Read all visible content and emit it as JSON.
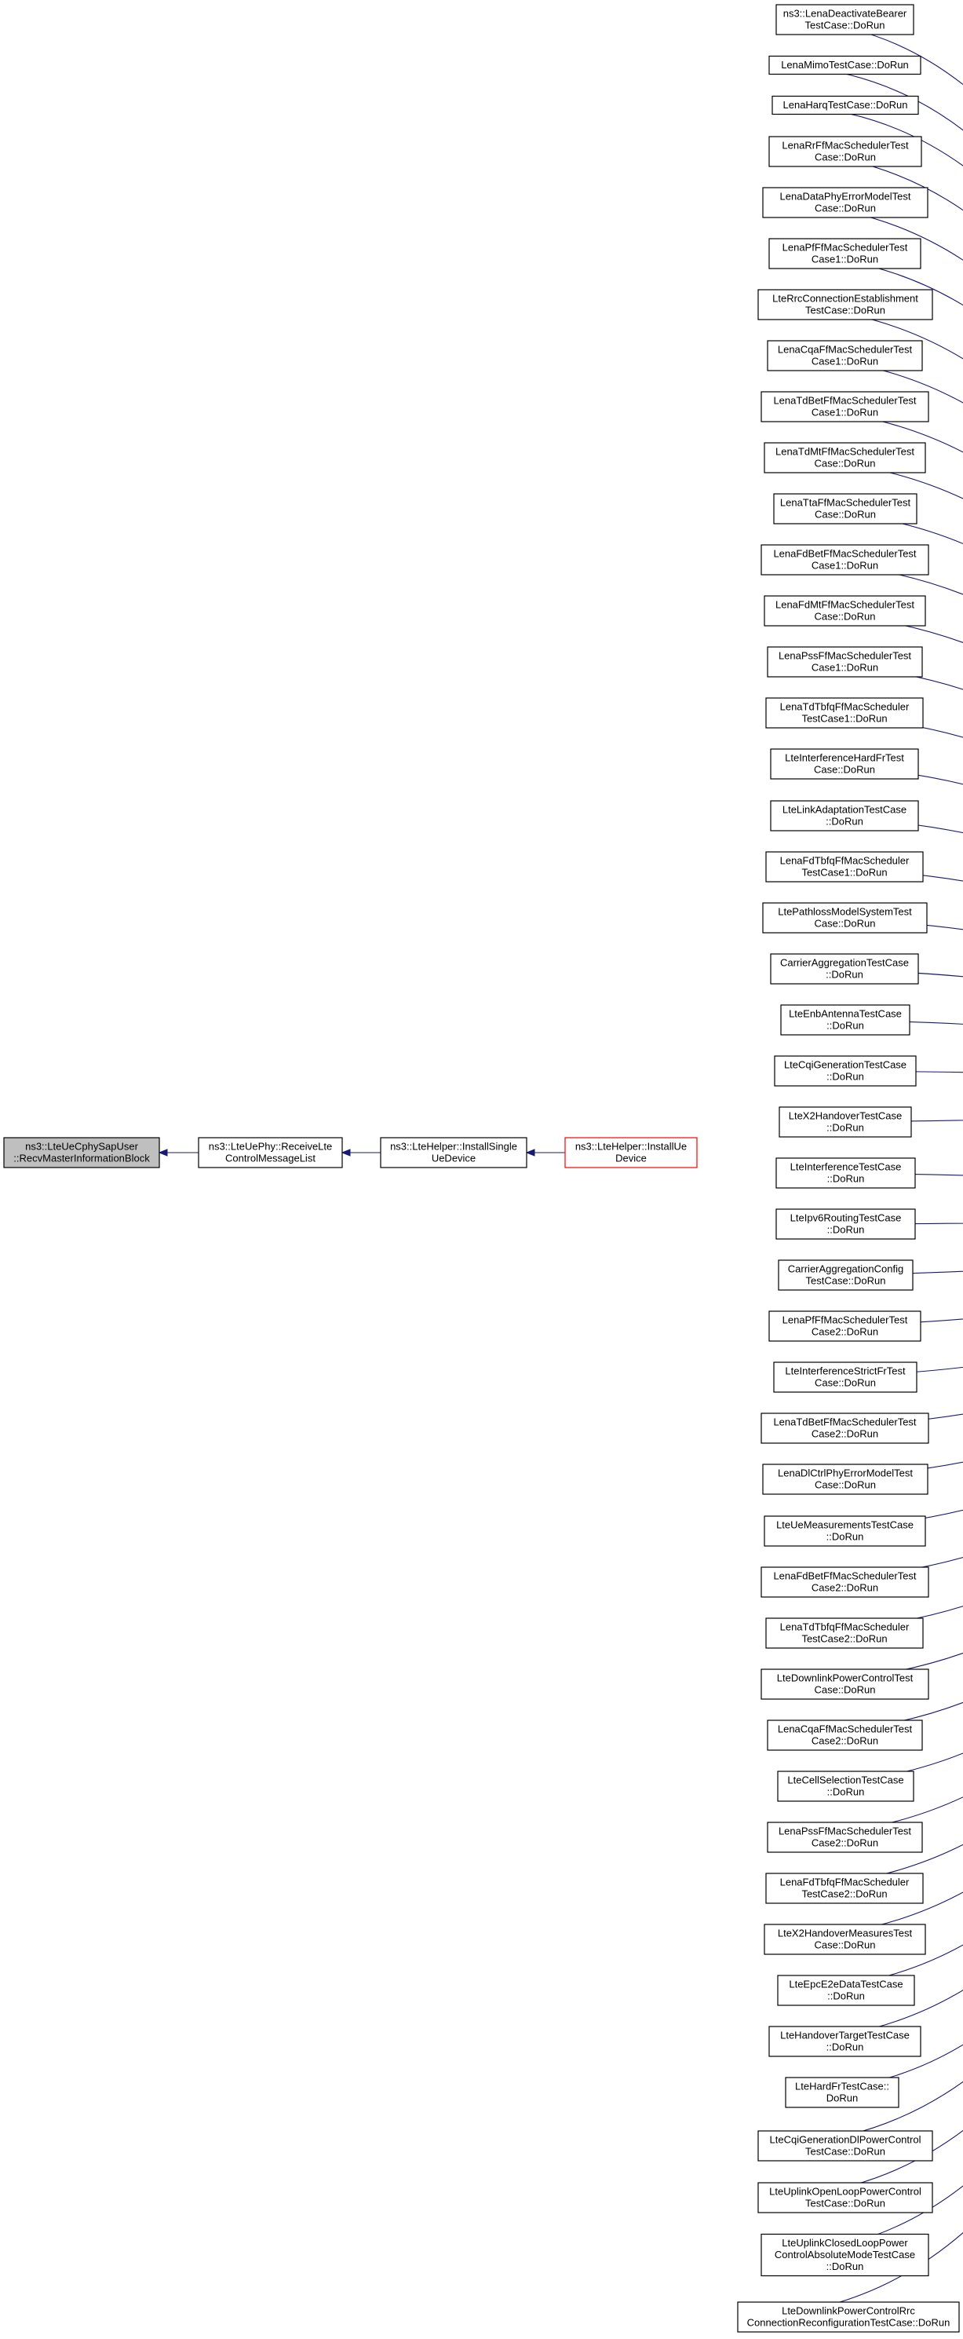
{
  "diagram": {
    "root": {
      "lines": [
        "ns3::LteUeCphySapUser",
        "::RecvMasterInformationBlock"
      ]
    },
    "chain": [
      {
        "lines": [
          "ns3::LteUePhy::ReceiveLte",
          "ControlMessageList"
        ]
      },
      {
        "lines": [
          "ns3::LteHelper::InstallSingle",
          "UeDevice"
        ]
      },
      {
        "lines": [
          "ns3::LteHelper::InstallUe",
          "Device"
        ]
      }
    ],
    "callers": [
      {
        "lines": [
          "ns3::LenaDeactivateBearer",
          "TestCase::DoRun"
        ]
      },
      {
        "lines": [
          "LenaMimoTestCase::DoRun"
        ]
      },
      {
        "lines": [
          "LenaHarqTestCase::DoRun"
        ]
      },
      {
        "lines": [
          "LenaRrFfMacSchedulerTest",
          "Case::DoRun"
        ]
      },
      {
        "lines": [
          "LenaDataPhyErrorModelTest",
          "Case::DoRun"
        ]
      },
      {
        "lines": [
          "LenaPfFfMacSchedulerTest",
          "Case1::DoRun"
        ]
      },
      {
        "lines": [
          "LteRrcConnectionEstablishment",
          "TestCase::DoRun"
        ]
      },
      {
        "lines": [
          "LenaCqaFfMacSchedulerTest",
          "Case1::DoRun"
        ]
      },
      {
        "lines": [
          "LenaTdBetFfMacSchedulerTest",
          "Case1::DoRun"
        ]
      },
      {
        "lines": [
          "LenaTdMtFfMacSchedulerTest",
          "Case::DoRun"
        ]
      },
      {
        "lines": [
          "LenaTtaFfMacSchedulerTest",
          "Case::DoRun"
        ]
      },
      {
        "lines": [
          "LenaFdBetFfMacSchedulerTest",
          "Case1::DoRun"
        ]
      },
      {
        "lines": [
          "LenaFdMtFfMacSchedulerTest",
          "Case::DoRun"
        ]
      },
      {
        "lines": [
          "LenaPssFfMacSchedulerTest",
          "Case1::DoRun"
        ]
      },
      {
        "lines": [
          "LenaTdTbfqFfMacScheduler",
          "TestCase1::DoRun"
        ]
      },
      {
        "lines": [
          "LteInterferenceHardFrTest",
          "Case::DoRun"
        ]
      },
      {
        "lines": [
          "LteLinkAdaptationTestCase",
          "::DoRun"
        ]
      },
      {
        "lines": [
          "LenaFdTbfqFfMacScheduler",
          "TestCase1::DoRun"
        ]
      },
      {
        "lines": [
          "LtePathlossModelSystemTest",
          "Case::DoRun"
        ]
      },
      {
        "lines": [
          "CarrierAggregationTestCase",
          "::DoRun"
        ]
      },
      {
        "lines": [
          "LteEnbAntennaTestCase",
          "::DoRun"
        ]
      },
      {
        "lines": [
          "LteCqiGenerationTestCase",
          "::DoRun"
        ]
      },
      {
        "lines": [
          "LteX2HandoverTestCase",
          "::DoRun"
        ]
      },
      {
        "lines": [
          "LteInterferenceTestCase",
          "::DoRun"
        ]
      },
      {
        "lines": [
          "LteIpv6RoutingTestCase",
          "::DoRun"
        ]
      },
      {
        "lines": [
          "CarrierAggregationConfig",
          "TestCase::DoRun"
        ]
      },
      {
        "lines": [
          "LenaPfFfMacSchedulerTest",
          "Case2::DoRun"
        ]
      },
      {
        "lines": [
          "LteInterferenceStrictFrTest",
          "Case::DoRun"
        ]
      },
      {
        "lines": [
          "LenaTdBetFfMacSchedulerTest",
          "Case2::DoRun"
        ]
      },
      {
        "lines": [
          "LenaDlCtrlPhyErrorModelTest",
          "Case::DoRun"
        ]
      },
      {
        "lines": [
          "LteUeMeasurementsTestCase",
          "::DoRun"
        ]
      },
      {
        "lines": [
          "LenaFdBetFfMacSchedulerTest",
          "Case2::DoRun"
        ]
      },
      {
        "lines": [
          "LenaTdTbfqFfMacScheduler",
          "TestCase2::DoRun"
        ]
      },
      {
        "lines": [
          "LteDownlinkPowerControlTest",
          "Case::DoRun"
        ]
      },
      {
        "lines": [
          "LenaCqaFfMacSchedulerTest",
          "Case2::DoRun"
        ]
      },
      {
        "lines": [
          "LteCellSelectionTestCase",
          "::DoRun"
        ]
      },
      {
        "lines": [
          "LenaPssFfMacSchedulerTest",
          "Case2::DoRun"
        ]
      },
      {
        "lines": [
          "LenaFdTbfqFfMacScheduler",
          "TestCase2::DoRun"
        ]
      },
      {
        "lines": [
          "LteX2HandoverMeasuresTest",
          "Case::DoRun"
        ]
      },
      {
        "lines": [
          "LteEpcE2eDataTestCase",
          "::DoRun"
        ]
      },
      {
        "lines": [
          "LteHandoverTargetTestCase",
          "::DoRun"
        ]
      },
      {
        "lines": [
          "LteHardFrTestCase::",
          "DoRun"
        ]
      },
      {
        "lines": [
          "LteCqiGenerationDlPowerControl",
          "TestCase::DoRun"
        ]
      },
      {
        "lines": [
          "LteUplinkOpenLoopPowerControl",
          "TestCase::DoRun"
        ]
      },
      {
        "lines": [
          "LteUplinkClosedLoopPower",
          "ControlAbsoluteModeTestCase",
          "::DoRun"
        ]
      },
      {
        "lines": [
          "LteDownlinkPowerControlRrc",
          "ConnectionReconfigurationTestCase::DoRun"
        ]
      }
    ]
  },
  "colors": {
    "edge": "#191970",
    "root_fill": "#bfbfbf",
    "focus_border": "#ff0000",
    "node_border": "#000000"
  }
}
